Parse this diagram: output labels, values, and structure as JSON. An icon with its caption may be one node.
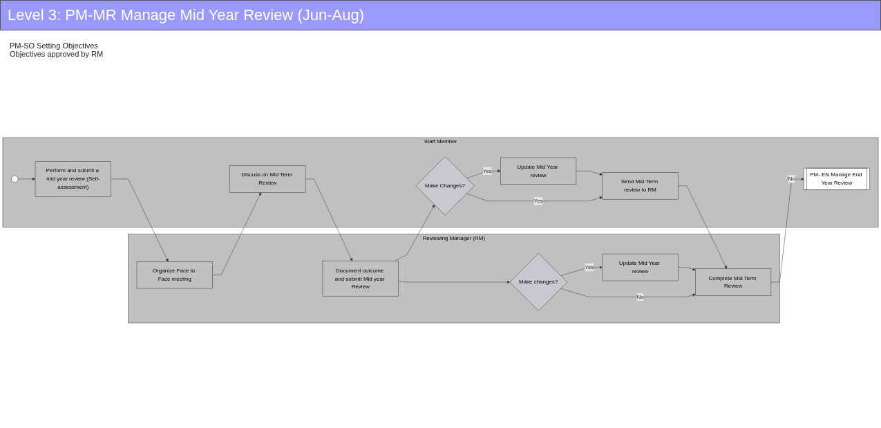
{
  "diagram": {
    "title": "Level 3: PM-MR  Manage Mid Year Review (Jun-Aug)",
    "nodes": [
      {
        "text": [
          "Reviewing Manager (RM)"
        ]
      },
      {
        "text": [
          "Organize Face to Face meeting"
        ],
        "in": 0
      },
      {
        "text": [
          "Document outcome and submit Mid year Review"
        ],
        "in": 0
      },
      {
        "text": [
          "Make changes?"
        ],
        "in": 0
      },
      {
        "text": [
          "Update Mid Year review"
        ],
        "in": 0
      },
      {
        "text": [
          "Complete Mid Term Review"
        ],
        "in": 0
      },
      {
        "text": [
          "Staff Member"
        ]
      },
      {
        "text": [],
        "shape": "circle",
        "in": 6
      },
      {
        "text": [
          "Perform and submit a mid year review (Self-assessment)"
        ],
        "in": 6
      },
      {
        "text": [
          "Discuss on Mid Term Review"
        ],
        "in": 6
      },
      {
        "text": [
          "Make Changes?"
        ],
        "in": 6
      },
      {
        "text": [
          "Update Mid Year review"
        ],
        "in": 6
      },
      {
        "text": [
          "Send Mid Term review to RM"
        ],
        "in": 6
      },
      {
        "text": [
          "PM- EN Manage End Year Review"
        ],
        "in": 6
      }
    ],
    "edges": [
      {
        "from": 7,
        "to": 8,
        "arrow": "to"
      },
      {
        "from": 8,
        "to": 1,
        "arrow": "to"
      },
      {
        "from": 1,
        "to": 9,
        "arrow": "to"
      },
      {
        "from": 9,
        "to": 2,
        "arrow": "to"
      },
      {
        "from": 2,
        "to": 3,
        "arrow": "to"
      },
      {
        "from": 2,
        "to": 10,
        "arrow": "to"
      },
      {
        "from": 3,
        "to": 4,
        "label": "Yes",
        "arrow": "to"
      },
      {
        "from": 4,
        "to": 5,
        "arrow": "to"
      },
      {
        "from": 3,
        "to": 5,
        "label": "No",
        "arrow": "to"
      },
      {
        "from": 10,
        "to": 11,
        "label": "Yes",
        "arrow": "to"
      },
      {
        "from": 11,
        "to": 12,
        "arrow": "to"
      },
      {
        "from": 10,
        "to": 12,
        "label": "Yes",
        "arrow": "to"
      },
      {
        "from": 12,
        "to": 5,
        "arrow": "to"
      },
      {
        "from": 5,
        "to": 13,
        "label": "No",
        "arrow": "to"
      }
    ],
    "labels": [
      "PM-SO Setting Objectives Objectives approved by RM"
    ]
  }
}
